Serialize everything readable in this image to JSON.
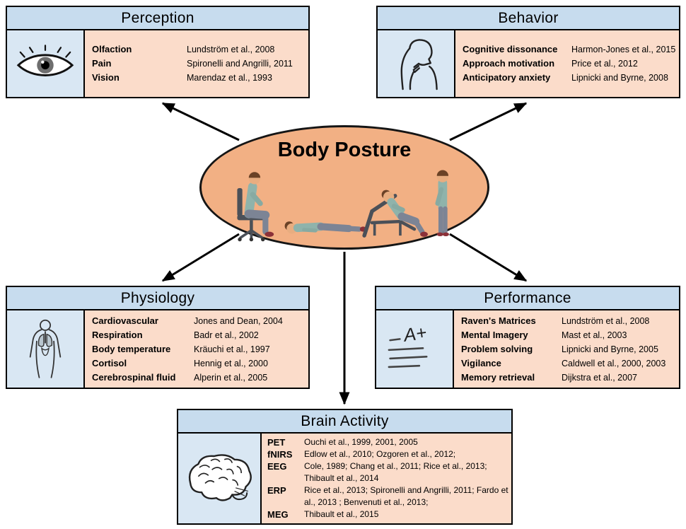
{
  "center": {
    "title": "Body Posture",
    "figures": [
      "sitting-posture",
      "lying-posture",
      "reclining-posture",
      "standing-posture"
    ]
  },
  "colors": {
    "header_blue": "#c7dcee",
    "icon_cell_blue": "#d9e7f3",
    "panel_peach": "#fbdcca",
    "ellipse_orange": "#f2b084",
    "outline_black": "#000000"
  },
  "boxes": {
    "perception": {
      "title": "Perception",
      "icon": "eye-icon",
      "items": [
        {
          "label": "Olfaction",
          "citation": "Lundström et al., 2008"
        },
        {
          "label": "Pain",
          "citation": "Spironelli and Angrilli, 2011"
        },
        {
          "label": "Vision",
          "citation": "Marendaz et al., 1993"
        }
      ]
    },
    "behavior": {
      "title": "Behavior",
      "icon": "thinking-person-icon",
      "items": [
        {
          "label": "Cognitive dissonance",
          "citation": "Harmon-Jones et al., 2015"
        },
        {
          "label": "Approach motivation",
          "citation": "Price et al., 2012"
        },
        {
          "label": "Anticipatory anxiety",
          "citation": "Lipnicki and Byrne, 2008"
        }
      ]
    },
    "physiology": {
      "title": "Physiology",
      "icon": "anatomical-body-icon",
      "items": [
        {
          "label": "Cardiovascular",
          "citation": "Jones and Dean, 2004"
        },
        {
          "label": "Respiration",
          "citation": "Badr et al., 2002"
        },
        {
          "label": "Body temperature",
          "citation": "Kräuchi et al., 1997"
        },
        {
          "label": "Cortisol",
          "citation": "Hennig et al., 2000"
        },
        {
          "label": "Cerebrospinal fluid",
          "citation": "Alperin et al., 2005"
        }
      ]
    },
    "performance": {
      "title": "Performance",
      "icon": "graded-paper-icon",
      "icon_text": "A+",
      "items": [
        {
          "label": "Raven's Matrices",
          "citation": "Lundström et al., 2008"
        },
        {
          "label": "Mental Imagery",
          "citation": "Mast et al., 2003"
        },
        {
          "label": "Problem solving",
          "citation": "Lipnicki and Byrne, 2005"
        },
        {
          "label": "Vigilance",
          "citation": "Caldwell et al., 2000, 2003"
        },
        {
          "label": "Memory retrieval",
          "citation": "Dijkstra et al., 2007"
        }
      ]
    },
    "brain_activity": {
      "title": "Brain Activity",
      "icon": "brain-icon",
      "items": [
        {
          "label": "PET",
          "citation": "Ouchi et al., 1999, 2001, 2005"
        },
        {
          "label": "fNIRS",
          "citation": "Edlow et al., 2010; Ozgoren et al., 2012;"
        },
        {
          "label": "EEG",
          "citation": "Cole, 1989; Chang et al., 2011; Rice et al., 2013; Thibault et al., 2014"
        },
        {
          "label": "ERP",
          "citation": "Rice et al., 2013; Spironelli and Angrilli, 2011; Fardo et al., 2013 ; Benvenuti et al., 2013;"
        },
        {
          "label": "MEG",
          "citation": "Thibault et al., 2015"
        }
      ]
    }
  }
}
